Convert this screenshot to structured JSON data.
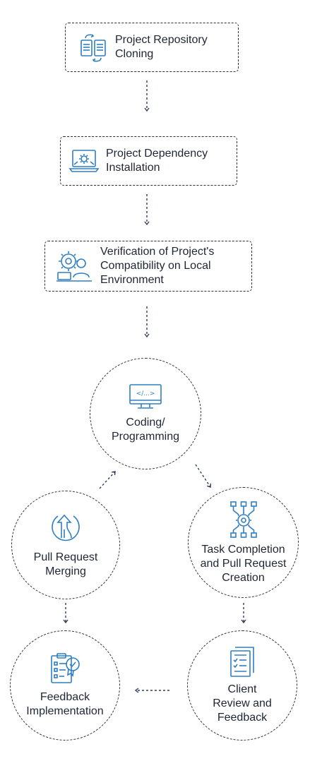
{
  "steps": {
    "cloning": {
      "line1": "Project Repository",
      "line2": "Cloning",
      "icon": "repository-clone-icon"
    },
    "install": {
      "line1": "Project Dependency",
      "line2": "Installation",
      "icon": "laptop-gear-icon"
    },
    "verify": {
      "line1": "Verification of Project's",
      "line2": "Compatibility on Local",
      "line3": "Environment",
      "icon": "developer-gear-icon"
    }
  },
  "cycle": {
    "coding": {
      "line1": "Coding/",
      "line2": "Programming",
      "icon": "code-monitor-icon"
    },
    "task": {
      "line1": "Task Completion",
      "line2": "and Pull Request",
      "line3": "Creation",
      "icon": "gear-network-icon"
    },
    "review": {
      "line1": "Client",
      "line2": "Review and",
      "line3": "Feedback",
      "icon": "checklist-document-icon"
    },
    "feedback": {
      "line1": "Feedback",
      "line2": "Implementation",
      "icon": "clipboard-check-icon"
    },
    "merge": {
      "line1": "Pull Request",
      "line2": "Merging",
      "icon": "merge-arrow-icon"
    }
  },
  "colors": {
    "accent": "#2f7fc1",
    "border": "#2b2f36",
    "arrow": "#2f3e56",
    "text": "#1e2633"
  }
}
